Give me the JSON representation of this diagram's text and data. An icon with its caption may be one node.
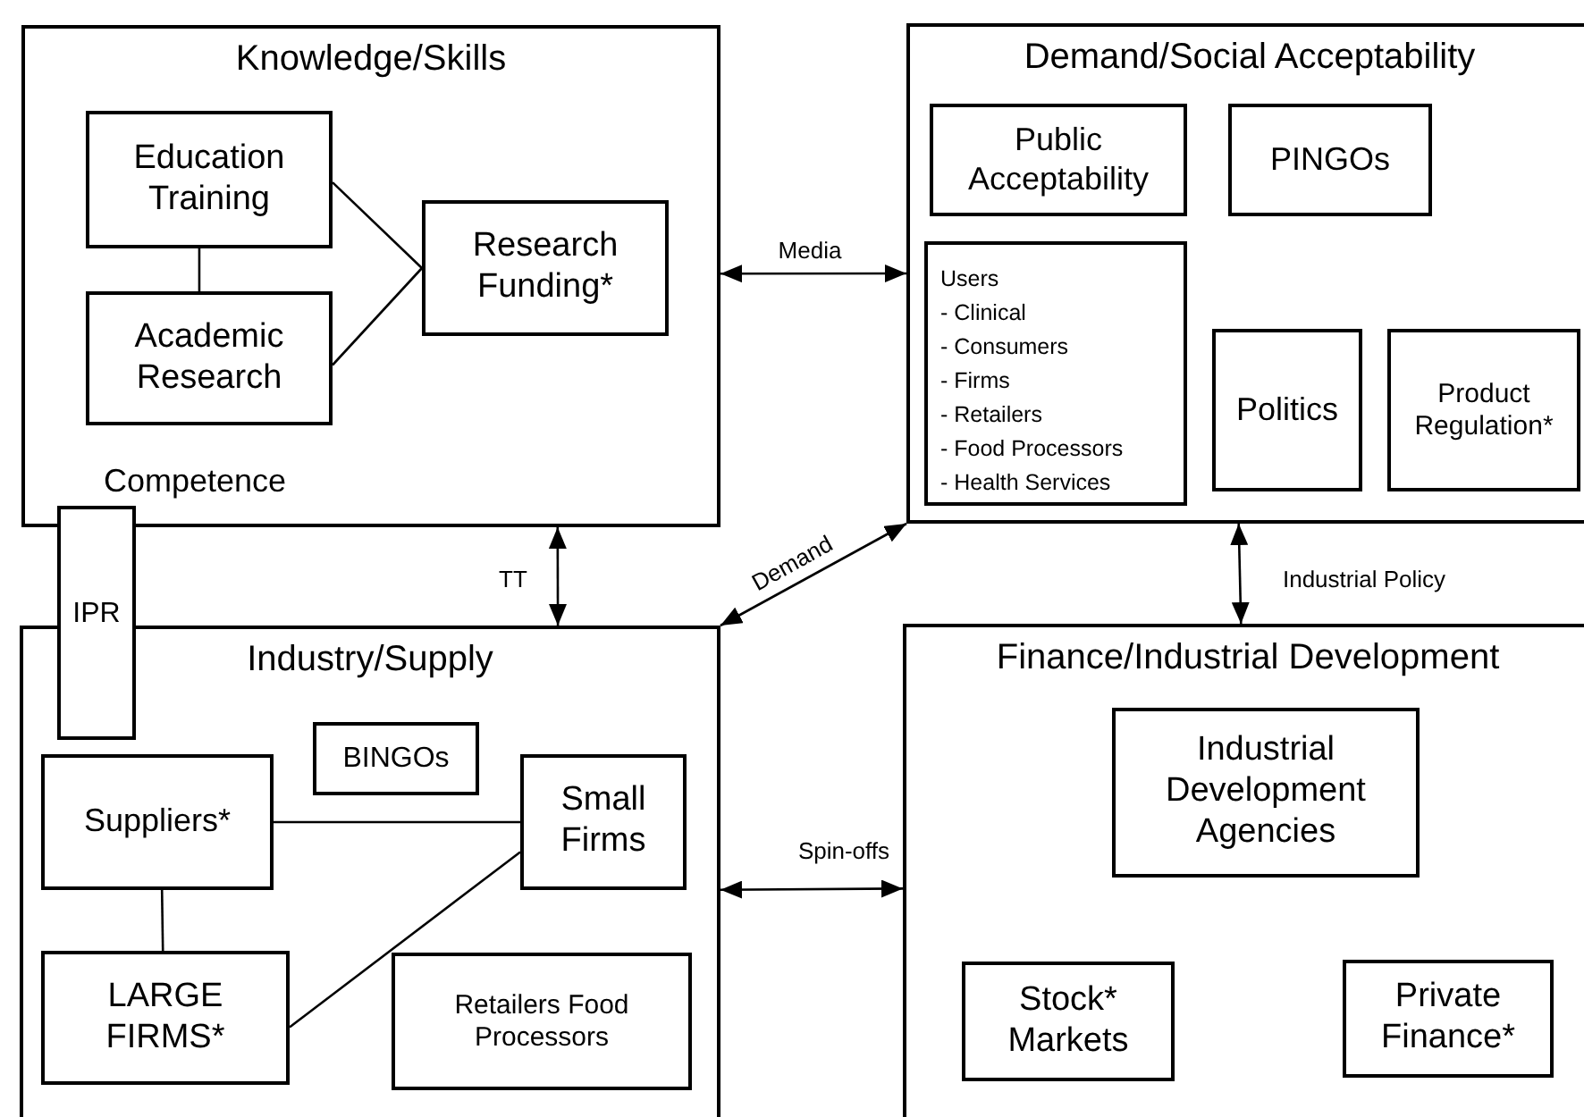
{
  "diagram": {
    "nodes": [
      {
        "text": [
          "Knowledge/Skills",
          "Competence"
        ]
      },
      {
        "text": [
          "Education Training"
        ],
        "in": 0
      },
      {
        "text": [
          "Academic Research"
        ],
        "in": 0
      },
      {
        "text": [
          "Research Funding*"
        ],
        "in": 0
      },
      {
        "text": [
          "Demand/Social Acceptability"
        ]
      },
      {
        "text": [
          "Public Acceptability"
        ],
        "in": 4
      },
      {
        "text": [
          "PINGOs"
        ],
        "in": 4
      },
      {
        "text": [
          "Users",
          "- Clinical",
          "- Consumers",
          "- Firms",
          "- Retailers",
          "- Food Processors",
          "- Health Services"
        ],
        "in": 4
      },
      {
        "text": [
          "Politics"
        ],
        "in": 4
      },
      {
        "text": [
          "Product Regulation*"
        ],
        "in": 4
      },
      {
        "text": [
          "IPR"
        ]
      },
      {
        "text": [
          "Industry/Supply"
        ]
      },
      {
        "text": [
          "BINGOs"
        ],
        "in": 11
      },
      {
        "text": [
          "Suppliers*"
        ],
        "in": 11
      },
      {
        "text": [
          "Small Firms"
        ],
        "in": 11
      },
      {
        "text": [
          "LARGE FIRMS*"
        ],
        "in": 11
      },
      {
        "text": [
          "Retailers Food Processors"
        ],
        "in": 11
      },
      {
        "text": [
          "Finance/Industrial Development"
        ]
      },
      {
        "text": [
          "Industrial Development Agencies"
        ],
        "in": 17
      },
      {
        "text": [
          "Stock* Markets"
        ],
        "in": 17
      },
      {
        "text": [
          "Private Finance*"
        ],
        "in": 17
      }
    ],
    "edges": [
      {
        "from": 1,
        "to": 2,
        "arrow": "none"
      },
      {
        "from": 1,
        "to": 3,
        "arrow": "none"
      },
      {
        "from": 2,
        "to": 3,
        "arrow": "none"
      },
      {
        "from": 0,
        "to": 4,
        "arrow": "both",
        "label": "Media"
      },
      {
        "from": 0,
        "to": 11,
        "arrow": "both",
        "label": "TT"
      },
      {
        "from": 11,
        "to": 4,
        "arrow": "both",
        "label": "Demand"
      },
      {
        "from": 4,
        "to": 17,
        "arrow": "both",
        "label": "Industrial Policy"
      },
      {
        "from": 11,
        "to": 17,
        "arrow": "both",
        "label": "Spin-offs"
      },
      {
        "from": 13,
        "to": 14,
        "arrow": "none"
      },
      {
        "from": 13,
        "to": 15,
        "arrow": "none"
      },
      {
        "from": 15,
        "to": 14,
        "arrow": "none"
      }
    ]
  }
}
